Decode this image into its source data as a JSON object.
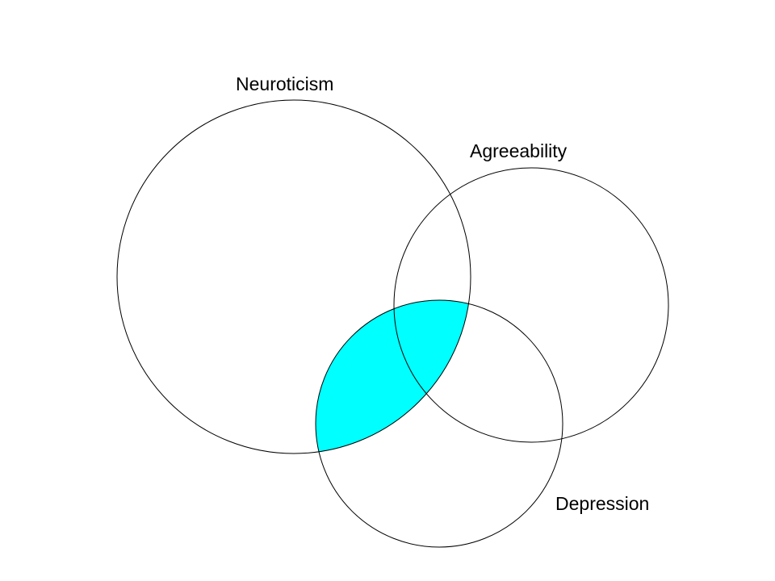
{
  "diagram": {
    "type": "venn",
    "highlight_color": "#00FFFF",
    "outline_color": "#000000",
    "highlighted_region": [
      "Neuroticism",
      "Depression"
    ],
    "sets": [
      {
        "id": "neuroticism",
        "label": "Neuroticism"
      },
      {
        "id": "agreeability",
        "label": "Agreeability"
      },
      {
        "id": "depression",
        "label": "Depression"
      }
    ]
  }
}
